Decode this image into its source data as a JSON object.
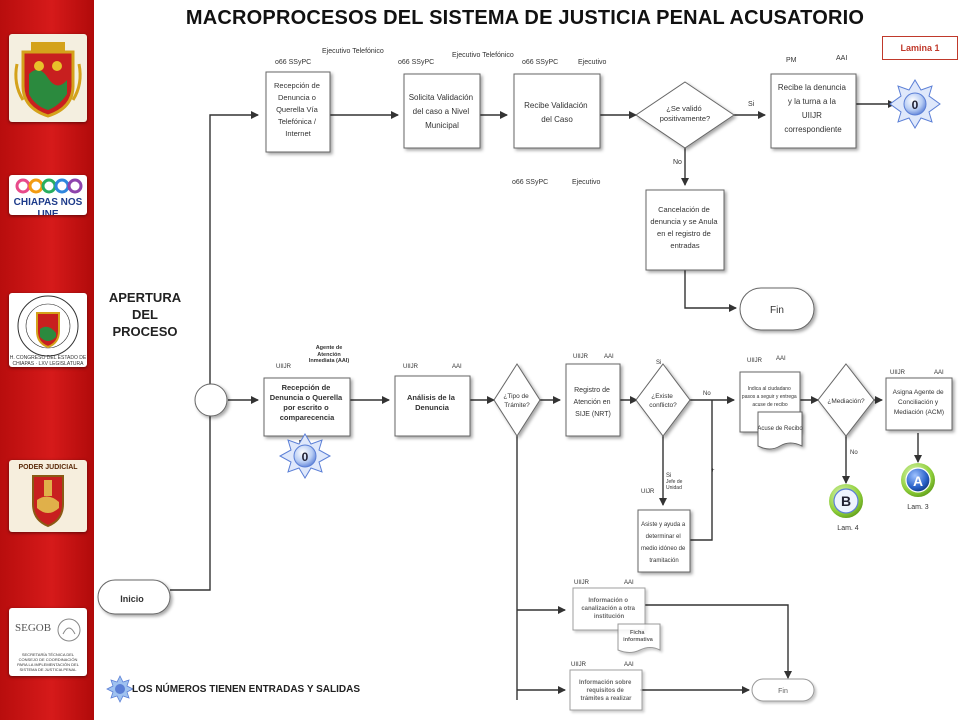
{
  "title": "MACROPROCESOS DEL SISTEMA DE JUSTICIA PENAL ACUSATORIO",
  "lamina": "Lamina 1",
  "section_label": [
    "APERTURA",
    "DEL",
    "PROCESO"
  ],
  "legend_note": "LOS NÚMEROS TIENEN ENTRADAS Y SALIDAS",
  "logos": {
    "chiapas_brand": "CHIAPAS NOS UNE",
    "congreso": "H. CONGRESO DEL ESTADO DE CHIAPAS · LXV LEGISLATURA",
    "poder_judicial": "PODER JUDICIAL",
    "segob": "SEGOB",
    "segob_sub": "SECRETARÍA TÉCNICA DEL CONSEJO DE COORDINACIÓN PARA LA IMPLEMENTACIÓN DEL SISTEMA DE JUSTICIA PENAL"
  },
  "colors": {
    "sidebar": "#c8131a",
    "connector_blue": "#5b7fd6",
    "letter_connector": "#8fcf3a",
    "title_red": "#c0392b"
  },
  "top_flow": {
    "roles": {
      "r1_left": "o66 SSyPC",
      "r1_right": "Ejecutivo Telefónico",
      "r2_left": "o66 SSyPC",
      "r2_right": "Ejecutivo Telefónico",
      "r3_left": "o66 SSyPC",
      "r3_right": "Ejecutivo",
      "r5_left": "PM",
      "r5_right": "AAI",
      "cancel_left": "o66 SSyPC",
      "cancel_right": "Ejecutivo"
    },
    "box1": [
      "Recepción de",
      "Denuncia o",
      "Querella Vía",
      "Telefónica /",
      "Internet"
    ],
    "box2": [
      "Solicita Validación",
      "del caso a Nivel",
      "Municipal"
    ],
    "box3": [
      "Recibe Validación",
      "del Caso"
    ],
    "decision": [
      "¿Se validó",
      "positivamente?"
    ],
    "yes": "Si",
    "no": "No",
    "box5": [
      "Recibe la denuncia",
      "y la turna  a la",
      "UIIJR",
      "correspondiente"
    ],
    "cancel": [
      "Cancelación de",
      "denuncia y se Anula",
      "en el registro de",
      "entradas"
    ],
    "fin": "Fin",
    "connector": "0"
  },
  "bottom_flow": {
    "start": "Inicio",
    "reception_roles": {
      "left": "UIIJR",
      "right": "Agente de Atención Inmediata (AAI)"
    },
    "reception": [
      "Recepción de",
      "Denuncia o Querella",
      "por escrito o",
      "comparecencia"
    ],
    "analysis_roles": {
      "left": "UIIJR",
      "right": "AAI"
    },
    "analysis": [
      "Análisis de la",
      "Denuncia"
    ],
    "tipo_tramite": [
      "¿Tipo de",
      "Trámite?"
    ],
    "registro_roles": {
      "left": "UIIJR",
      "right": "AAI"
    },
    "registro": [
      "Registro de",
      "Atención en",
      "SIJE (NRT)"
    ],
    "conflicto": [
      "¿Existe",
      "conflicto?"
    ],
    "si": "Si",
    "no": "No",
    "indica_roles": {
      "left": "UIIJR",
      "right": "AAI"
    },
    "indica": [
      "Indica al ciudadano",
      "pasos a seguir y entrega",
      "acuse de recibo"
    ],
    "acuse": "Acuse de Recibo",
    "mediacion": "¿Mediación?",
    "mediacion_no": "No",
    "asigna_roles": {
      "left": "UIIJR",
      "right": "AAI"
    },
    "asigna": [
      "Asigna Agente de",
      "Conciliación y",
      "Mediación (ACM)"
    ],
    "asiste_roles": {
      "left": "UIJR",
      "right": "Jefe de Unidad"
    },
    "asiste": [
      "Asiste y ayuda a",
      "determinar el",
      "medio idóneo de",
      "tramitación"
    ],
    "canalizacion_roles": {
      "left": "UIIJR",
      "right": "AAI"
    },
    "canalizacion": [
      "Información o",
      "canalización a otra",
      "institución"
    ],
    "ficha": [
      "Ficha",
      "informativa"
    ],
    "requisitos_roles": {
      "left": "UIIJR",
      "right": "AAI"
    },
    "requisitos": [
      "Información sobre",
      "requisitos de",
      "trámites a realizar"
    ],
    "fin": "Fin",
    "connector_zero": "0",
    "connector_a": "A",
    "connector_a_ref": "Lam. 3",
    "connector_b": "B",
    "connector_b_ref": "Lam. 4"
  }
}
